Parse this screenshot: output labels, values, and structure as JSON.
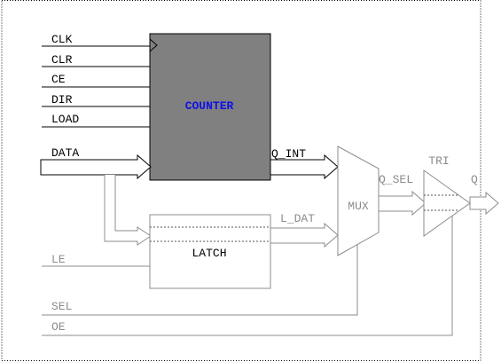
{
  "diagram": {
    "colors": {
      "active": "#000000",
      "inactive": "#8c8c8c",
      "counter_fill": "#808080",
      "counter_label": "#1010e8"
    },
    "inputs": {
      "clk": "CLK",
      "clr": "CLR",
      "ce": "CE",
      "dir": "DIR",
      "load": "LOAD",
      "data": "DATA",
      "le": "LE",
      "sel": "SEL",
      "oe": "OE"
    },
    "blocks": {
      "counter": "COUNTER",
      "latch": "LATCH",
      "mux": "MUX",
      "tri": "TRI"
    },
    "signals": {
      "q_int": "Q_INT",
      "l_dat": "L_DAT",
      "q_sel": "Q_SEL",
      "q": "Q"
    }
  }
}
